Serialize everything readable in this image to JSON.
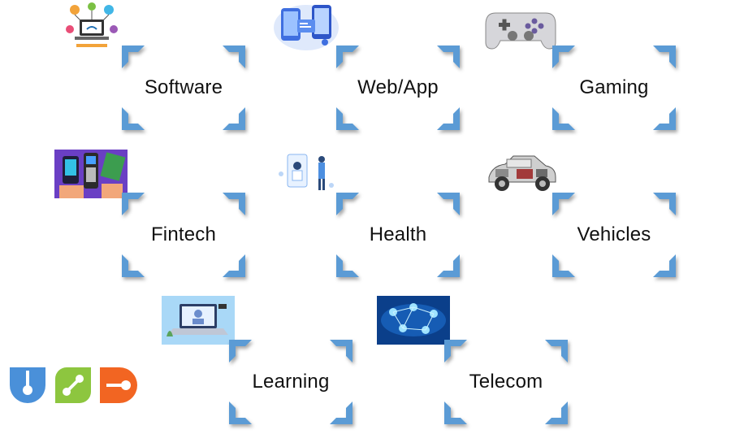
{
  "colors": {
    "corner": "#5b9bd5",
    "logo_blue": "#4a90d9",
    "logo_green": "#8dc63f",
    "logo_orange": "#f26522"
  },
  "tiles": [
    {
      "label": "Software",
      "icon": "laptop-network-icon"
    },
    {
      "label": "Web/App",
      "icon": "mobile-app-icon"
    },
    {
      "label": "Gaming",
      "icon": "game-controller-icon"
    },
    {
      "label": "Fintech",
      "icon": "payment-terminal-icon"
    },
    {
      "label": "Health",
      "icon": "telemedicine-icon"
    },
    {
      "label": "Vehicles",
      "icon": "car-cutaway-icon"
    },
    {
      "label": "Learning",
      "icon": "online-learning-icon"
    },
    {
      "label": "Telecom",
      "icon": "network-globe-icon"
    }
  ],
  "logo": {
    "icons": [
      "logo-blue-shield-icon",
      "logo-green-leaf-icon",
      "logo-orange-shape-icon"
    ]
  }
}
